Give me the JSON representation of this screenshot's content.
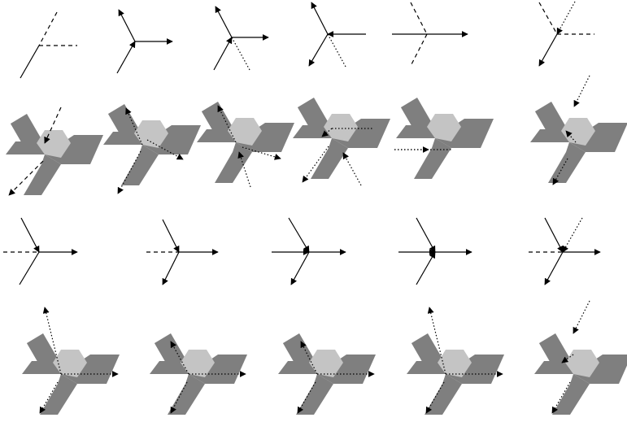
{
  "figure": {
    "colors": {
      "background": "#ffffff",
      "stroke": "#000000",
      "face_dark": "#7f7f7f",
      "face_light": "#c4c4c4"
    },
    "line_styles": [
      "solid",
      "dashed",
      "dotted"
    ],
    "rows": [
      {
        "kind": "vertex-arrow-diagram",
        "items": [
          {
            "name": "vertex-diagram-r1-1"
          },
          {
            "name": "vertex-diagram-r1-2"
          },
          {
            "name": "vertex-diagram-r1-3"
          },
          {
            "name": "vertex-diagram-r1-4"
          },
          {
            "name": "vertex-diagram-r1-5"
          },
          {
            "name": "vertex-diagram-r1-6"
          }
        ]
      },
      {
        "kind": "shaded-tile-configuration",
        "items": [
          {
            "name": "tile-config-r1-1"
          },
          {
            "name": "tile-config-r1-2"
          },
          {
            "name": "tile-config-r1-3"
          },
          {
            "name": "tile-config-r1-4"
          },
          {
            "name": "tile-config-r1-5"
          },
          {
            "name": "tile-config-r1-6"
          }
        ]
      },
      {
        "kind": "vertex-arrow-diagram",
        "items": [
          {
            "name": "vertex-diagram-r2-1"
          },
          {
            "name": "vertex-diagram-r2-2"
          },
          {
            "name": "vertex-diagram-r2-3"
          },
          {
            "name": "vertex-diagram-r2-4"
          },
          {
            "name": "vertex-diagram-r2-5"
          }
        ]
      },
      {
        "kind": "shaded-tile-configuration",
        "items": [
          {
            "name": "tile-config-r2-1"
          },
          {
            "name": "tile-config-r2-2"
          },
          {
            "name": "tile-config-r2-3"
          },
          {
            "name": "tile-config-r2-4"
          },
          {
            "name": "tile-config-r2-5"
          }
        ]
      }
    ]
  }
}
